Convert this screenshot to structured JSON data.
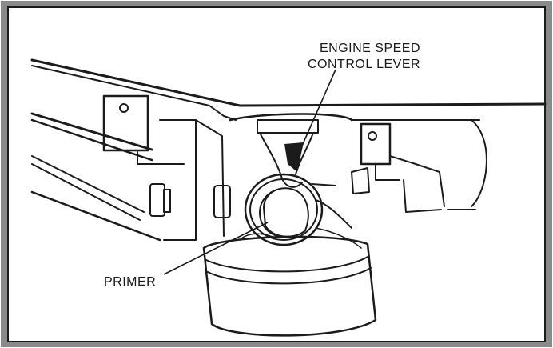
{
  "diagram": {
    "labels": {
      "speed_lever_line1": "ENGINE SPEED",
      "speed_lever_line2": "CONTROL LEVER",
      "primer": "PRIMER"
    },
    "colors": {
      "ink": "#1b1b1b",
      "paper": "#ffffff",
      "frame_fill": "#8a8a8a"
    }
  }
}
